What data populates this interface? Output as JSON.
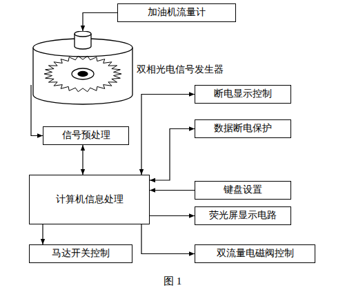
{
  "diagram": {
    "caption": "图 1",
    "nodes": [
      {
        "text": [
          "加油机流量计"
        ]
      },
      {
        "text": [
          "双相光电信号发生器"
        ]
      },
      {
        "text": [
          "断电显示控制"
        ]
      },
      {
        "text": [
          "信号预处理"
        ]
      },
      {
        "text": [
          "数据断电保护"
        ]
      },
      {
        "text": [
          "计算机信息处理"
        ]
      },
      {
        "text": [
          "键盘设置"
        ]
      },
      {
        "text": [
          "荧光屏显示电路"
        ]
      },
      {
        "text": [
          "马达开关控制"
        ]
      },
      {
        "text": [
          "双流量电磁阀控制"
        ]
      }
    ],
    "edges": [
      {
        "from": 0,
        "to": 1,
        "arrow": "to"
      },
      {
        "from": 1,
        "to": 3,
        "arrow": "to"
      },
      {
        "from": 3,
        "to": 5,
        "arrow": "both"
      },
      {
        "from": 5,
        "to": 2,
        "arrow": "both"
      },
      {
        "from": 5,
        "to": 4,
        "arrow": "both"
      },
      {
        "from": 6,
        "to": 5,
        "arrow": "to"
      },
      {
        "from": 5,
        "to": 7,
        "arrow": "to"
      },
      {
        "from": 5,
        "to": 8,
        "arrow": "to"
      },
      {
        "from": 5,
        "to": 9,
        "arrow": "to"
      }
    ]
  }
}
